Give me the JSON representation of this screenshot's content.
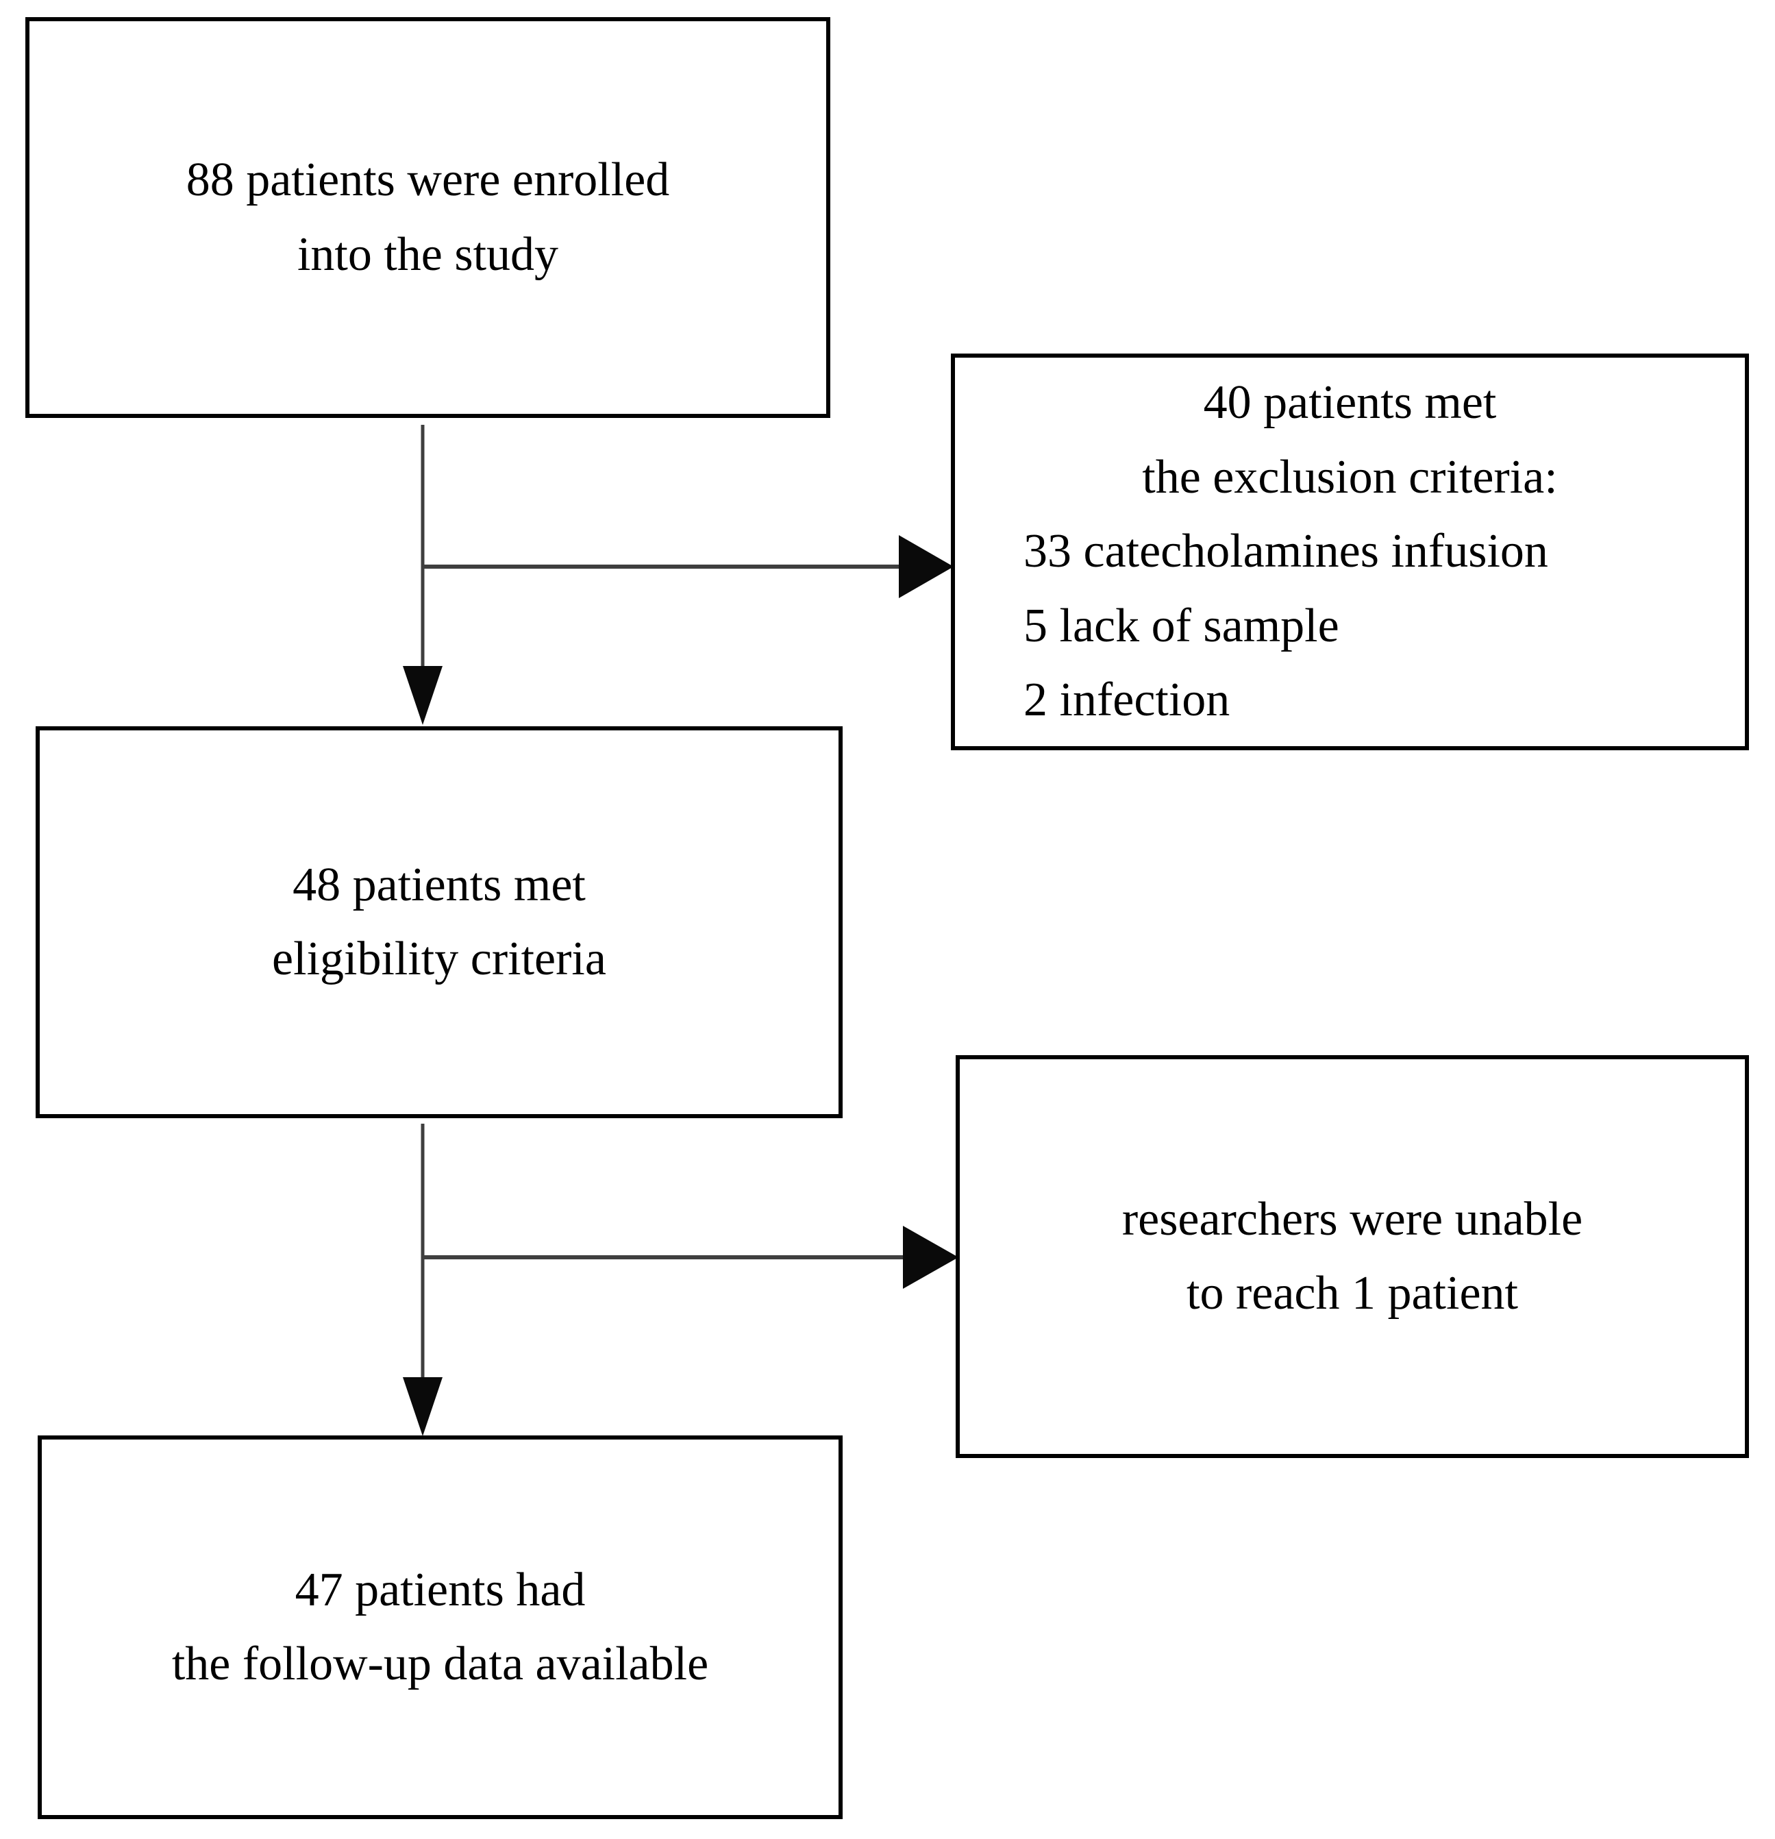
{
  "figure": {
    "type": "patient-enrollment-flow-diagram",
    "background_color": "#ffffff",
    "box_border_color": "#000000",
    "arrow_color": "#3f3f3f",
    "arrowhead_color": "#0a0a0a",
    "text_color": "#000000"
  },
  "boxes": {
    "enrolled": {
      "lines": [
        "88 patients were enrolled",
        "into the study"
      ]
    },
    "excluded": {
      "lines": [
        "40 patients met",
        "the exclusion criteria:",
        "33 catecholamines infusion",
        "5 lack of sample",
        "2 infection"
      ]
    },
    "eligible": {
      "lines": [
        "48 patients met",
        "eligibility criteria"
      ]
    },
    "unreachable": {
      "lines": [
        "researchers were unable",
        "to reach 1 patient"
      ]
    },
    "followup": {
      "lines": [
        "47 patients had",
        "the follow-up data available"
      ]
    }
  }
}
